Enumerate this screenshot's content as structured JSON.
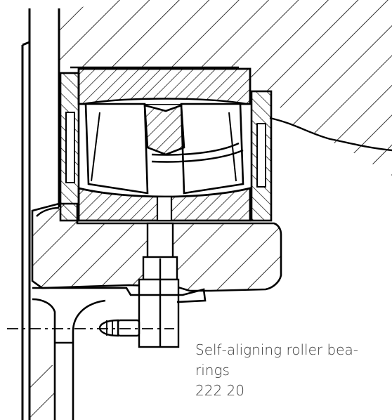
{
  "caption": {
    "line1": "Self-aligning roller bea-",
    "line2": "rings",
    "line3": "222 20"
  },
  "colors": {
    "ink": "#000000",
    "background": "#ffffff",
    "caption_text": "#3a3a3a"
  }
}
